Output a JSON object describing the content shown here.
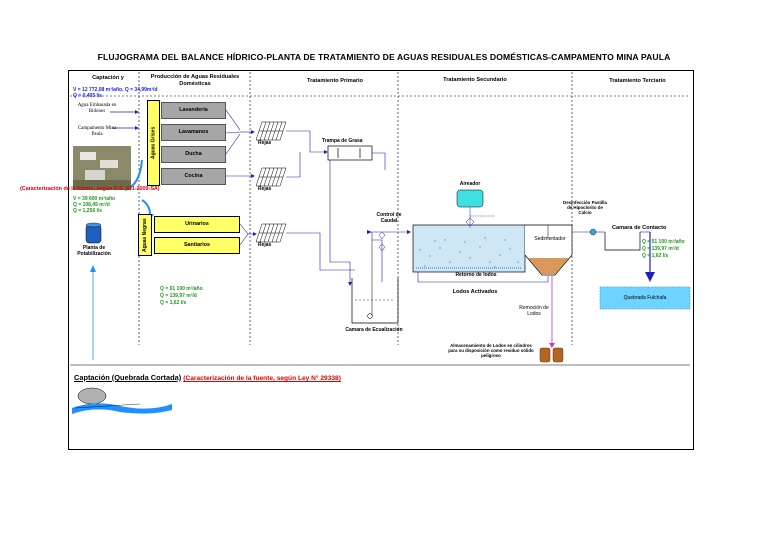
{
  "title": "FLUJOGRAMA DEL BALANCE HÍDRICO-PLANTA DE TRATAMIENTO DE AGUAS RESIDUALES DOMÉSTICAS-CAMPAMENTO MINA PAULA",
  "columns": {
    "captacion": "Captación y",
    "produccion": "Producción de Aguas Residuales Domésticas",
    "primario": "Tratamiento Primario",
    "secundario": "Tratamiento Secundario",
    "terciario": "Tratamiento Terciario"
  },
  "source_top": {
    "volume": "V = 12 772,08 m³/año, Q = 34,99m³/d",
    "flow": "Q = 0,405 l/s",
    "water_stored": "Agua Embasada en Bidones",
    "camp": "Campamento Mina Paula"
  },
  "characterization_ds": "(Caracterización de la fuente, según D.S. 031-2009-SA)",
  "source_bottom": {
    "volume": "V = 39 600 m³/año",
    "flow_m3d": "Q = 108,49 m³/d",
    "flow_ls": "Q = 1,256 l/s"
  },
  "potabilization": "Planta de Potabilización",
  "grey_water": {
    "group": "Aguas Grises",
    "items": [
      "Lavandería",
      "Lavamanos",
      "Ducha",
      "Cocina"
    ]
  },
  "black_water": {
    "group": "Aguas Negras",
    "items": [
      "Urinarios",
      "Sanitarios"
    ]
  },
  "black_flow": {
    "volume": "Q = 51 100 m³/año",
    "flow_m3d": "Q = 139,97 m³/d",
    "flow_ls": "Q = 1,62  l/s"
  },
  "primary": {
    "rejas": "Rejas",
    "grease_trap": "Trampa de Grasa",
    "flow_control": "Control de Caudal",
    "equalization": "Camara de Ecualización"
  },
  "secondary": {
    "aerator": "Aireador",
    "settler": "Sedimentador",
    "sludge_return": "Retorno de lodos",
    "activated_sludge": "Lodos Activados",
    "sludge_removal": "Remoción de Lodos",
    "sludge_storage": "Almacenamiento de Lodos en cilindros para su disposición como residuo sólido peligroso"
  },
  "tertiary": {
    "disinfection": "Desinfección Pastilla de Hipoclorito de Calcio",
    "contact_chamber": "Camara de Contacto",
    "flow_volume": "Q = 51 100 m³/año",
    "flow_m3d": "Q = 139,97 m³/d",
    "flow_ls": "Q = 1,62  l/s",
    "creek": "Quebrada Fulchafa"
  },
  "bottom_caption": {
    "left": "Captación (Quebrada Cortada)",
    "right": "(Caracterización de la fuente, según Ley N° 29338)"
  },
  "colors": {
    "flow_line": "#1f1fbf",
    "grey_box": "#a6a6a6",
    "black_box": "#ffff66",
    "sludge_line": "#cc33cc",
    "characterization": "#e00000",
    "green_text": "#1a9a1a",
    "blue_text": "#1a1aff"
  }
}
